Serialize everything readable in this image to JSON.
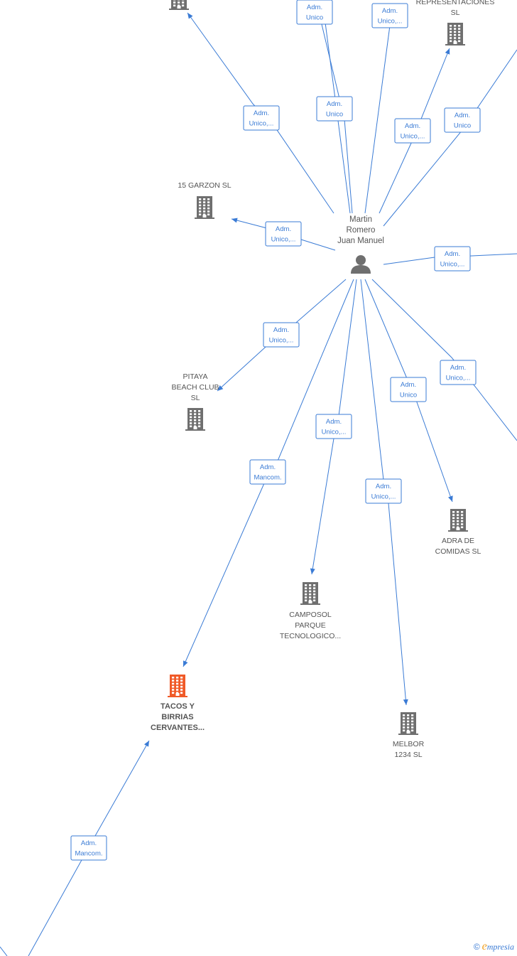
{
  "center": {
    "name_lines": [
      "Martin",
      "Romero",
      "Juan Manuel"
    ]
  },
  "companies": [
    {
      "id": "top_left",
      "lines": []
    },
    {
      "id": "representaciones",
      "lines": [
        "REPRESENTACIONES",
        "SL"
      ]
    },
    {
      "id": "garzon",
      "lines": [
        "15 GARZON  SL"
      ]
    },
    {
      "id": "pitaya",
      "lines": [
        "PITAYA",
        "BEACH CLUB",
        "SL"
      ]
    },
    {
      "id": "adra",
      "lines": [
        "ADRA DE",
        "COMIDAS  SL"
      ]
    },
    {
      "id": "camposol",
      "lines": [
        "CAMPOSOL",
        "PARQUE",
        "TECNOLOGICO..."
      ]
    },
    {
      "id": "tacos",
      "lines": [
        "TACOS Y",
        "BIRRIAS",
        "CERVANTES..."
      ],
      "highlight": true
    },
    {
      "id": "melbor",
      "lines": [
        "MELBOR",
        "1234  SL"
      ]
    }
  ],
  "relations": [
    {
      "id": "r_topleft",
      "lines": [
        "Adm.",
        "Unico,..."
      ]
    },
    {
      "id": "r_top1",
      "lines": [
        "Adm.",
        "Unico"
      ]
    },
    {
      "id": "r_top1b",
      "lines": [
        "Adm.",
        "Unico"
      ]
    },
    {
      "id": "r_top2",
      "lines": [
        "Adm.",
        "Unico,..."
      ]
    },
    {
      "id": "r_repr",
      "lines": [
        "Adm.",
        "Unico,..."
      ]
    },
    {
      "id": "r_right1",
      "lines": [
        "Adm.",
        "Unico"
      ]
    },
    {
      "id": "r_garzon",
      "lines": [
        "Adm.",
        "Unico,..."
      ]
    },
    {
      "id": "r_right2",
      "lines": [
        "Adm.",
        "Unico,..."
      ]
    },
    {
      "id": "r_pitaya",
      "lines": [
        "Adm.",
        "Unico,..."
      ]
    },
    {
      "id": "r_right3",
      "lines": [
        "Adm.",
        "Unico,..."
      ]
    },
    {
      "id": "r_adra",
      "lines": [
        "Adm.",
        "Unico"
      ]
    },
    {
      "id": "r_camposol",
      "lines": [
        "Adm.",
        "Unico,..."
      ]
    },
    {
      "id": "r_tacos",
      "lines": [
        "Adm.",
        "Mancom."
      ]
    },
    {
      "id": "r_melbor",
      "lines": [
        "Adm.",
        "Unico,..."
      ]
    },
    {
      "id": "r_bottom",
      "lines": [
        "Adm.",
        "Mancom."
      ]
    }
  ],
  "footer": {
    "copyright": "©",
    "brand_initial": "e",
    "brand_rest": "mpresia"
  },
  "colors": {
    "edge": "#3a7bd5",
    "building": "#6f6f6f",
    "highlight": "#f05a28",
    "text": "#555555"
  }
}
